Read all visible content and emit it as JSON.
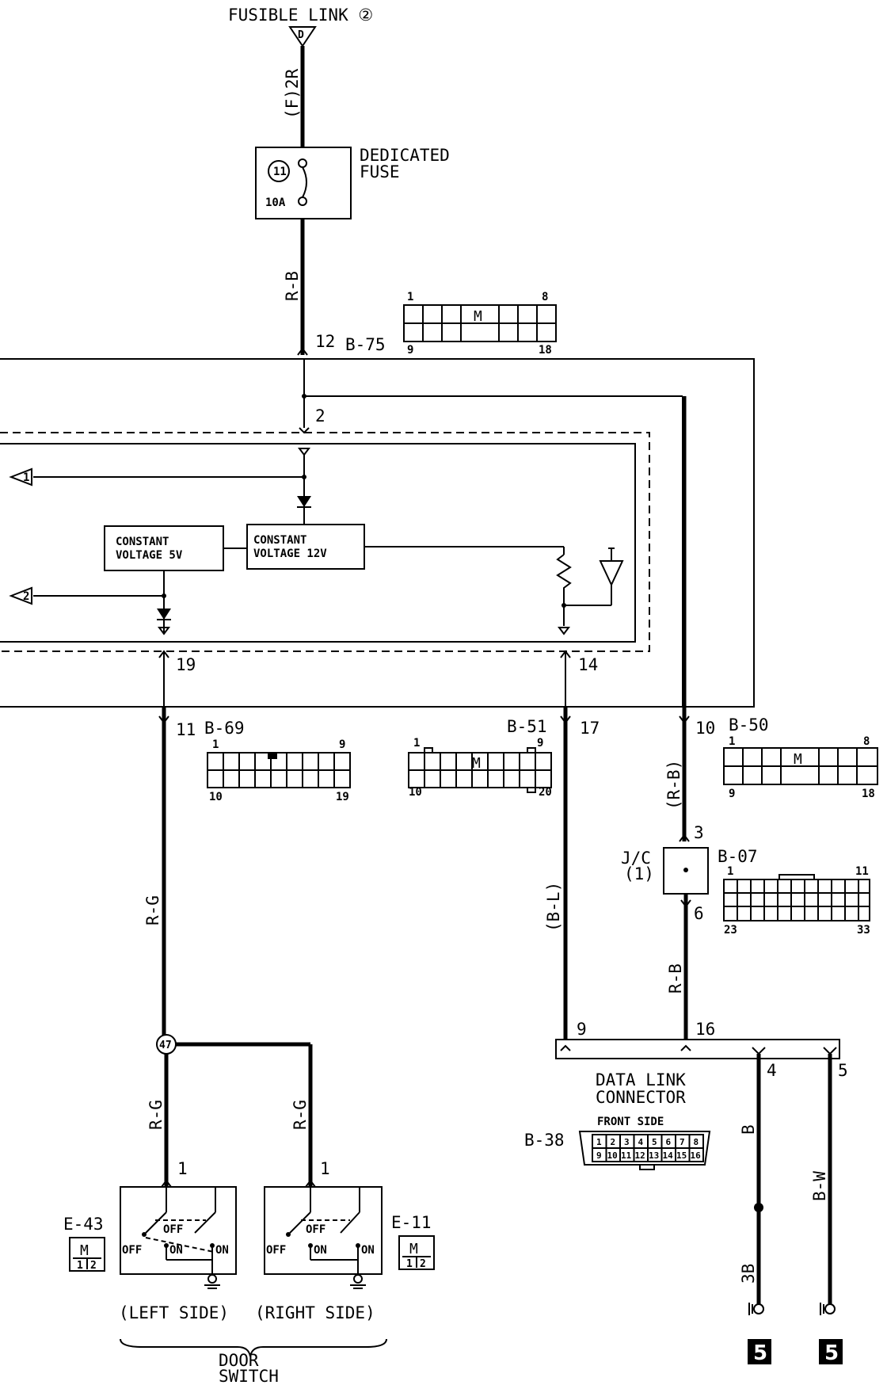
{
  "source": {
    "label": "FUSIBLE LINK ②",
    "terminal": "D",
    "wire": "(F)2R"
  },
  "fuse": {
    "number": "11",
    "rating": "10A",
    "label_line1": "DEDICATED",
    "label_line2": "FUSE"
  },
  "wires": {
    "fuse_out": "R-B",
    "b69_run": "R-G",
    "branch_left": "R-G",
    "branch_right": "R-G",
    "b51_run": "(B-L)",
    "b50_run": "(R-B)",
    "jc_out": "R-B",
    "ground_4": "B",
    "ground_5": "B-W"
  },
  "pins": {
    "b75": "12",
    "internal": "2",
    "p19": "19",
    "p14": "14",
    "b69": "11",
    "b51": "17",
    "b50": "10",
    "jc_in": "3",
    "jc_out": "6",
    "dlc_9": "9",
    "dlc_16": "16",
    "dlc_4": "4",
    "dlc_5": "5",
    "e43": "1",
    "e11": "1",
    "splice": "47"
  },
  "connectors": {
    "b75": {
      "id": "B-75",
      "pin_tl": "1",
      "pin_tr": "8",
      "pin_bl": "9",
      "pin_br": "18"
    },
    "b69": {
      "id": "B-69",
      "pin_tl": "1",
      "pin_tr": "9",
      "pin_bl": "10",
      "pin_br": "19"
    },
    "b51": {
      "id": "B-51",
      "pin_tl": "1",
      "pin_tr": "9",
      "pin_bl": "10",
      "pin_br": "20"
    },
    "b50": {
      "id": "B-50",
      "pin_tl": "1",
      "pin_tr": "8",
      "pin_bl": "9",
      "pin_br": "18"
    },
    "b07": {
      "id": "B-07",
      "pin_tl": "1",
      "pin_tr": "11",
      "pin_bl": "23",
      "pin_br": "33"
    },
    "b38": {
      "id": "B-38",
      "row1": [
        "1",
        "2",
        "3",
        "4",
        "5",
        "6",
        "7",
        "8"
      ],
      "row2": [
        "9",
        "10",
        "11",
        "12",
        "13",
        "14",
        "15",
        "16"
      ]
    },
    "e43": {
      "id": "E-43",
      "pins": [
        "1",
        "2"
      ]
    },
    "e11": {
      "id": "E-11",
      "pins": [
        "1",
        "2"
      ]
    }
  },
  "junction": {
    "line1": "J/C",
    "line2": "(1)"
  },
  "ecu": {
    "block_5v_line1": "CONSTANT",
    "block_5v_line2": "VOLTAGE 5V",
    "block_12v_line1": "CONSTANT",
    "block_12v_line2": "VOLTAGE 12V",
    "ref1": "1",
    "ref2": "2"
  },
  "dlc": {
    "line1": "DATA LINK",
    "line2": "CONNECTOR",
    "front": "FRONT SIDE"
  },
  "switch": {
    "off": "OFF",
    "on": "ON"
  },
  "door": {
    "left": "(LEFT SIDE)",
    "right": "(RIGHT SIDE)",
    "title_line1": "DOOR",
    "title_line2": "SWITCH"
  },
  "grounds": {
    "ref_3b": "3B",
    "ground_a": "5",
    "ground_b": "5"
  },
  "icons": {
    "connector_marker": "M"
  }
}
